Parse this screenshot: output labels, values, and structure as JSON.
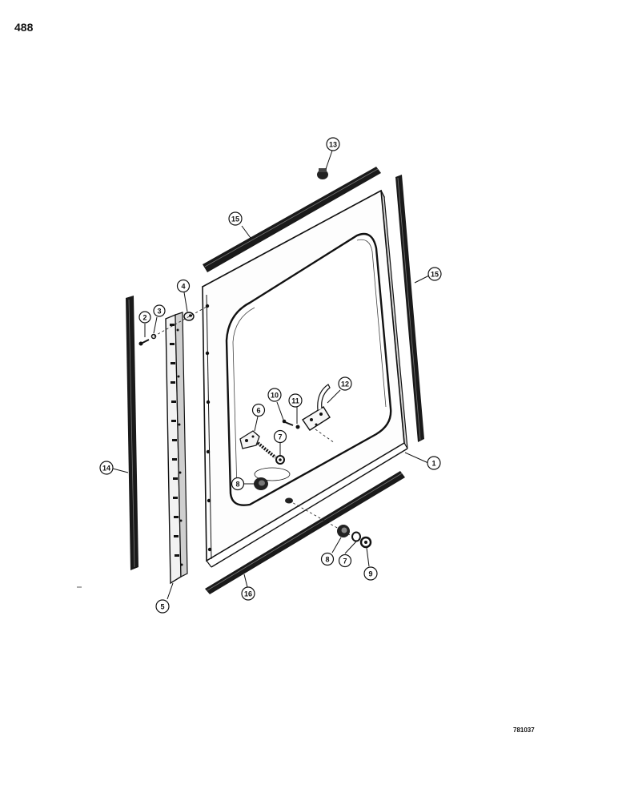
{
  "page": {
    "number": "488",
    "figure_code": "781037"
  },
  "callouts": [
    {
      "id": "c1",
      "label": "1"
    },
    {
      "id": "c2",
      "label": "2"
    },
    {
      "id": "c3",
      "label": "3"
    },
    {
      "id": "c4",
      "label": "4"
    },
    {
      "id": "c5",
      "label": "5"
    },
    {
      "id": "c6",
      "label": "6"
    },
    {
      "id": "c7a",
      "label": "7"
    },
    {
      "id": "c7b",
      "label": "7"
    },
    {
      "id": "c8a",
      "label": "8"
    },
    {
      "id": "c8b",
      "label": "8"
    },
    {
      "id": "c9",
      "label": "9"
    },
    {
      "id": "c10",
      "label": "10"
    },
    {
      "id": "c11",
      "label": "11"
    },
    {
      "id": "c12",
      "label": "12"
    },
    {
      "id": "c13",
      "label": "13"
    },
    {
      "id": "c14",
      "label": "14"
    },
    {
      "id": "c15a",
      "label": "15"
    },
    {
      "id": "c15b",
      "label": "15"
    },
    {
      "id": "c16",
      "label": "16"
    }
  ]
}
